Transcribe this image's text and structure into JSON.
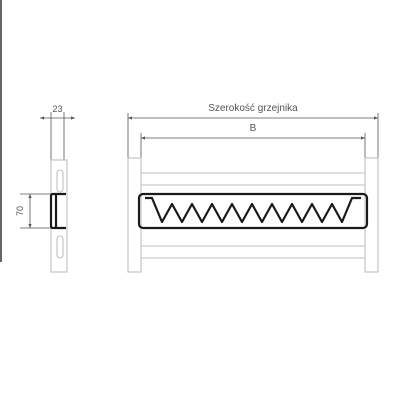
{
  "labels": {
    "depth": "23",
    "height": "70",
    "radiator_width": "Szerokość grzejnika",
    "bracket_span": "B"
  }
}
